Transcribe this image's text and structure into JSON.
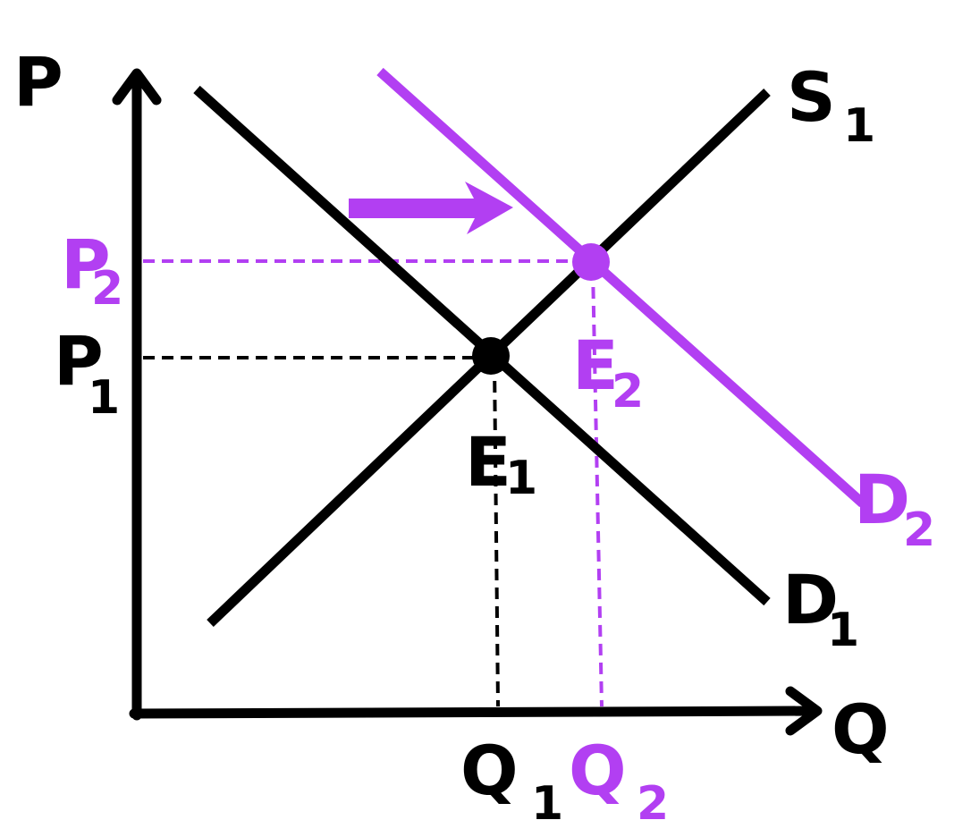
{
  "colors": {
    "ink": "#000000",
    "accent": "#b23ff2"
  },
  "axes": {
    "y_label": "P",
    "x_label": "Q"
  },
  "curves": {
    "supply_letter": "S",
    "supply_sub": "1",
    "demand1_letter": "D",
    "demand1_sub": "1",
    "demand2_letter": "D",
    "demand2_sub": "2"
  },
  "equilibria": {
    "e1_letter": "E",
    "e1_sub": "1",
    "e2_letter": "E",
    "e2_sub": "2"
  },
  "prices": {
    "p1_letter": "P",
    "p1_sub": "1",
    "p2_letter": "P",
    "p2_sub": "2"
  },
  "quantities": {
    "q1_letter": "Q",
    "q1_sub": "1",
    "q2_letter": "Q",
    "q2_sub": "2"
  },
  "shift_direction": "right",
  "shift_arrow_icon": "right-arrow-icon"
}
